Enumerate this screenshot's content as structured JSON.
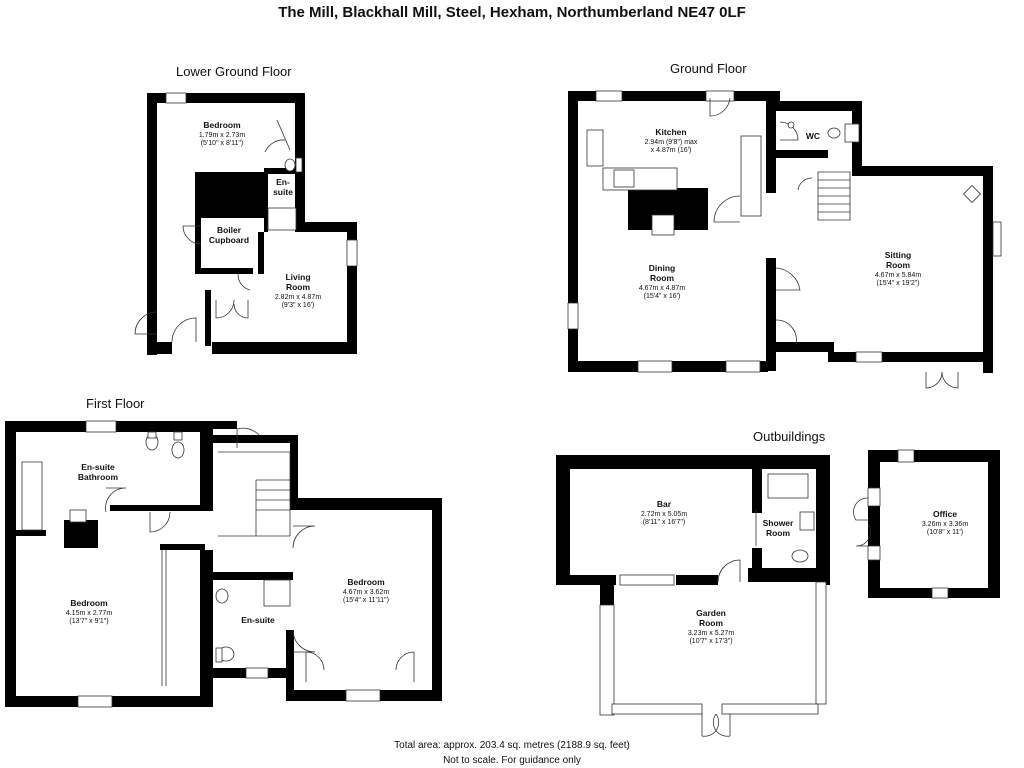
{
  "title": "The Mill, Blackhall Mill, Steel, Hexham, Northumberland NE47 0LF",
  "floors": {
    "lower_ground": "Lower Ground Floor",
    "ground": "Ground Floor",
    "first": "First Floor",
    "outbuildings": "Outbuildings"
  },
  "rooms": {
    "lg_bedroom": {
      "name": "Bedroom",
      "dim_m": "1.79m x 2.73m",
      "dim_ft": "(5'10\" x 8'11\")"
    },
    "lg_ensuite": {
      "name_line1": "En-",
      "name_line2": "suite"
    },
    "boiler": {
      "name_line1": "Boiler",
      "name_line2": "Cupboard"
    },
    "living": {
      "name_line1": "Living",
      "name_line2": "Room",
      "dim_m": "2.82m x 4.87m",
      "dim_ft": "(9'3\" x 16')"
    },
    "kitchen": {
      "name": "Kitchen",
      "dim_m": "2.94m (9'8\") max",
      "dim_ft": "x 4.87m (16')"
    },
    "wc": {
      "name": "WC"
    },
    "dining": {
      "name_line1": "Dining",
      "name_line2": "Room",
      "dim_m": "4.67m x 4.87m",
      "dim_ft": "(15'4\" x 16')"
    },
    "sitting": {
      "name_line1": "Sitting",
      "name_line2": "Room",
      "dim_m": "4.67m x 5.84m",
      "dim_ft": "(15'4\" x 19'2\")"
    },
    "ff_bathroom": {
      "name_line1": "En-suite",
      "name_line2": "Bathroom"
    },
    "ff_bedroom1": {
      "name": "Bedroom",
      "dim_m": "4.15m x 2.77m",
      "dim_ft": "(13'7\" x 9'1\")"
    },
    "ff_ensuite": {
      "name": "En-suite"
    },
    "ff_bedroom2": {
      "name": "Bedroom",
      "dim_m": "4.67m x 3.62m",
      "dim_ft": "(15'4\" x 11'11\")"
    },
    "bar": {
      "name": "Bar",
      "dim_m": "2.72m x 5.05m",
      "dim_ft": "(8'11\" x 16'7\")"
    },
    "shower": {
      "name_line1": "Shower",
      "name_line2": "Room"
    },
    "garden": {
      "name_line1": "Garden",
      "name_line2": "Room",
      "dim_m": "3.23m x 5.27m",
      "dim_ft": "(10'7\" x 17'3\")"
    },
    "office": {
      "name": "Office",
      "dim_m": "3.26m x 3.36m",
      "dim_ft": "(10'8\" x 11')"
    }
  },
  "footer": {
    "area": "Total area: approx. 203.4 sq. metres (2188.9 sq. feet)",
    "note": "Not to scale. For guidance only"
  }
}
